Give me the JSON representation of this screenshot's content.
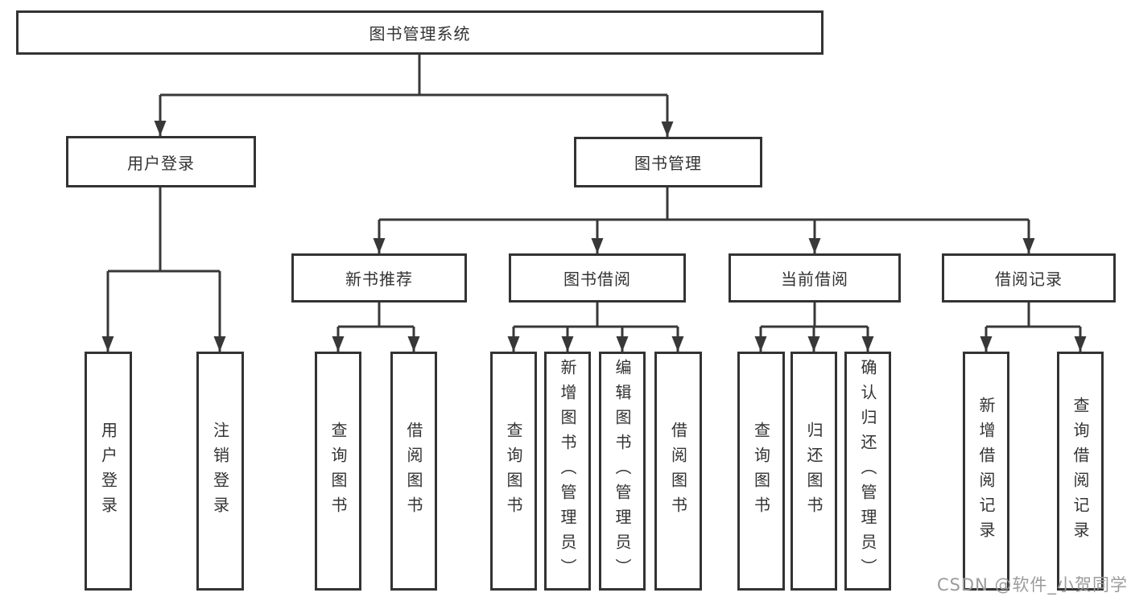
{
  "tree": {
    "root": {
      "label": "图书管理系统"
    },
    "branches": [
      {
        "label": "用户登录",
        "children": [
          {
            "label": "用户登录"
          },
          {
            "label": "注销登录"
          }
        ]
      },
      {
        "label": "图书管理",
        "children": [
          {
            "label": "新书推荐",
            "children": [
              {
                "label": "查询图书"
              },
              {
                "label": "借阅图书"
              }
            ]
          },
          {
            "label": "图书借阅",
            "children": [
              {
                "label": "查询图书"
              },
              {
                "label": "新增图书（管理员）"
              },
              {
                "label": "编辑图书（管理员）"
              },
              {
                "label": "借阅图书"
              }
            ]
          },
          {
            "label": "当前借阅",
            "children": [
              {
                "label": "查询图书"
              },
              {
                "label": "归还图书"
              },
              {
                "label": "确认归还（管理员）"
              }
            ]
          },
          {
            "label": "借阅记录",
            "children": [
              {
                "label": "新增借阅记录"
              },
              {
                "label": "查询借阅记录"
              }
            ]
          }
        ]
      }
    ]
  },
  "watermark": {
    "text": "CSDN @软件_小贺同学"
  },
  "colors": {
    "line": "#383838",
    "box_border": "#333333",
    "text": "#333333",
    "watermark": "#9b9b9b",
    "background": "#ffffff"
  }
}
